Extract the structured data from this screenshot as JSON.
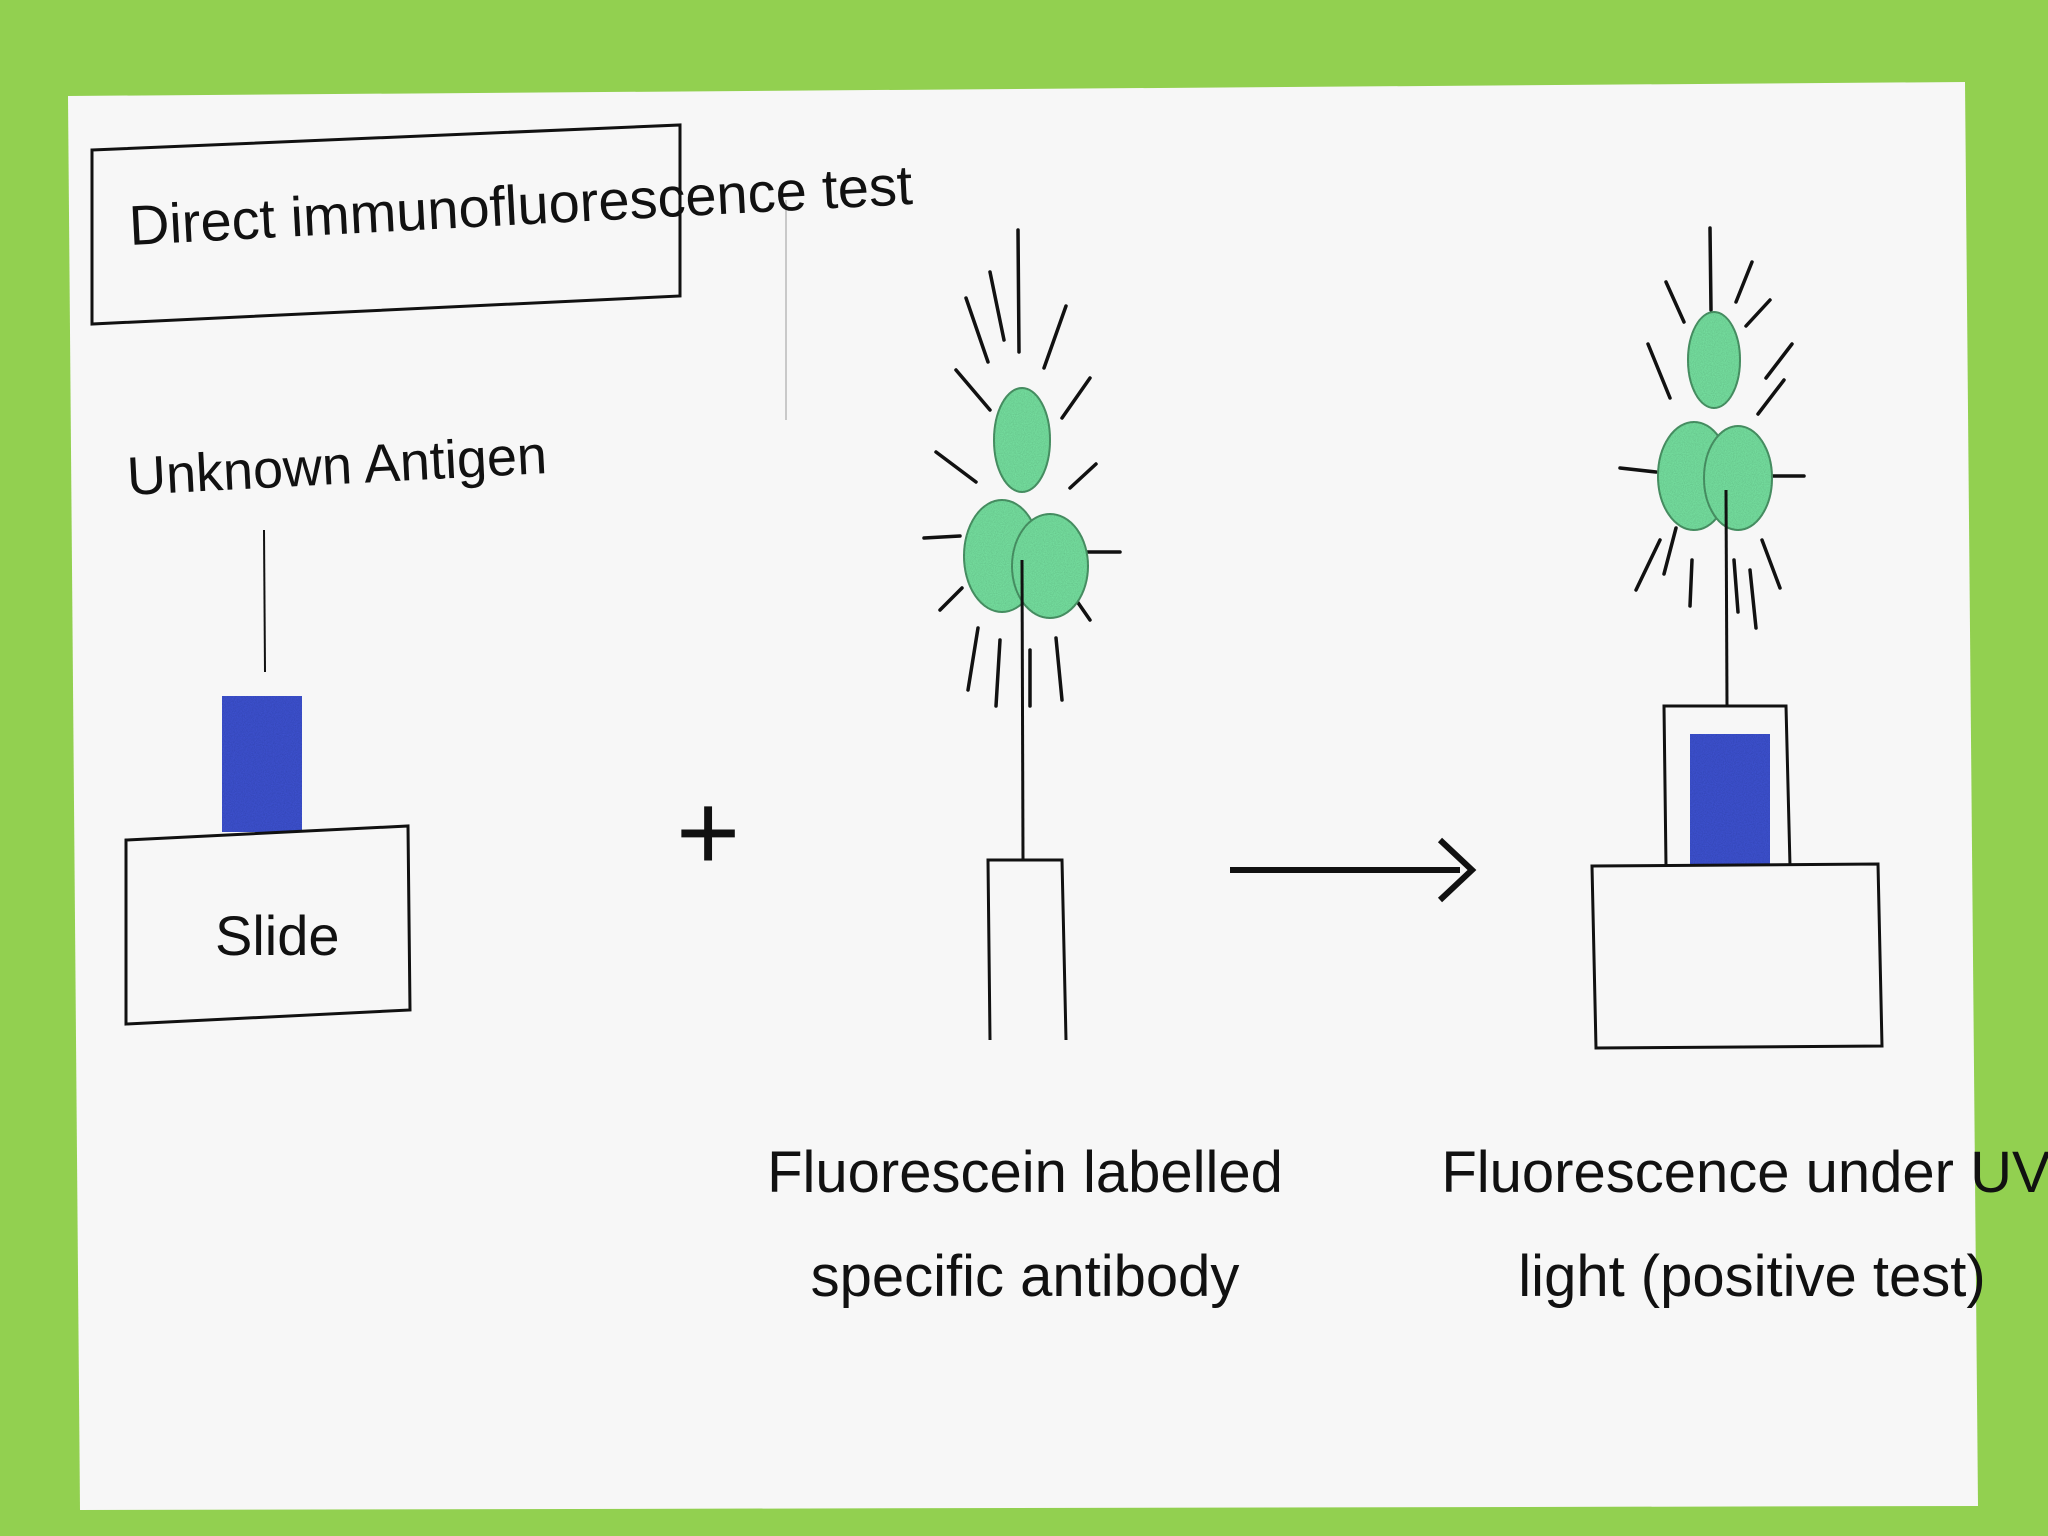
{
  "title": "Direct immunofluorescence test",
  "panel_left": {
    "antigen_label": "Unknown Antigen",
    "slide_label": "Slide"
  },
  "operator_plus": "+",
  "panel_middle": {
    "caption_line1": "Fluorescein labelled",
    "caption_line2": "specific antibody"
  },
  "panel_right": {
    "caption_line1": "Fluorescence under UV",
    "caption_line2": "light (positive test)"
  },
  "colors": {
    "frame_background": "#92d050",
    "paper": "#f7f7f7",
    "antigen_blue": "#3f55d6",
    "fluorescein_green": "#79e6a4",
    "ink": "#111111"
  },
  "icons": {
    "antigen": "blue-square-antigen",
    "antibody": "green-cloverleaf-antibody",
    "arrow": "right-arrow"
  }
}
